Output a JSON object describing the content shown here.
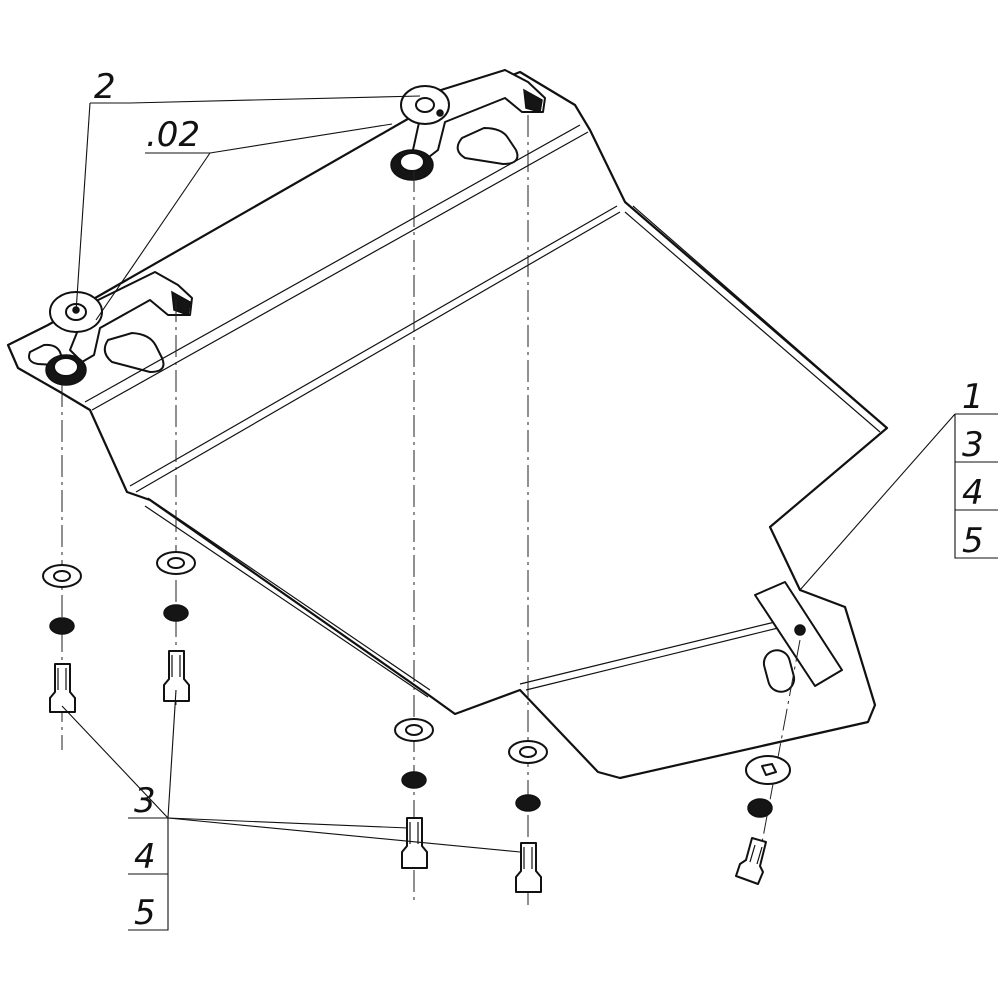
{
  "callouts": {
    "top_left_part": "2",
    "top_left_variant": ".02",
    "right_item": "1",
    "right_stack": [
      "3",
      "4",
      "5"
    ],
    "bottom_stack": [
      "3",
      "4",
      "5"
    ]
  }
}
